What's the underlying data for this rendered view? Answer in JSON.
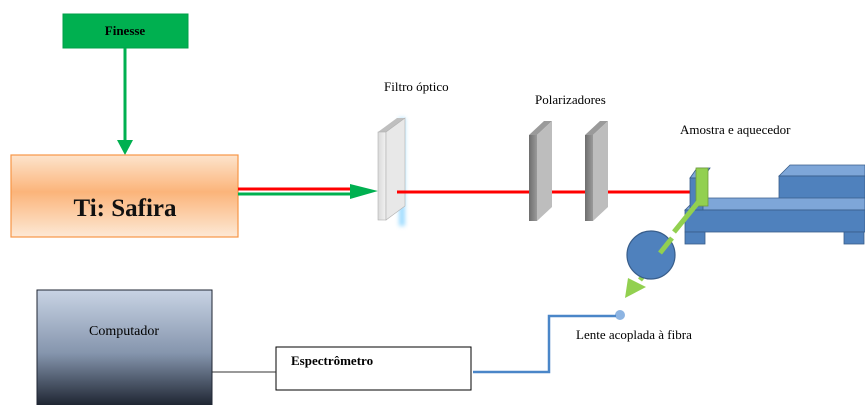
{
  "labels": {
    "finesse": "Finesse",
    "laser": "Ti: Safira",
    "optical_filter": "Filtro óptico",
    "polarizers": "Polarizadores",
    "sample_heater": "Amostra  e  aquecedor",
    "fiber_lens": "Lente acoplada à fibra",
    "computer": "Computador",
    "spectrometer": "Espectrômetro"
  },
  "colors": {
    "finesse_box": "#00b050",
    "laser_beam": "#ff0000",
    "pump_beam": "#00b050",
    "scatter_beam": "#92d050",
    "stage": "#4f81bd",
    "fiber": "#4a86c8"
  }
}
